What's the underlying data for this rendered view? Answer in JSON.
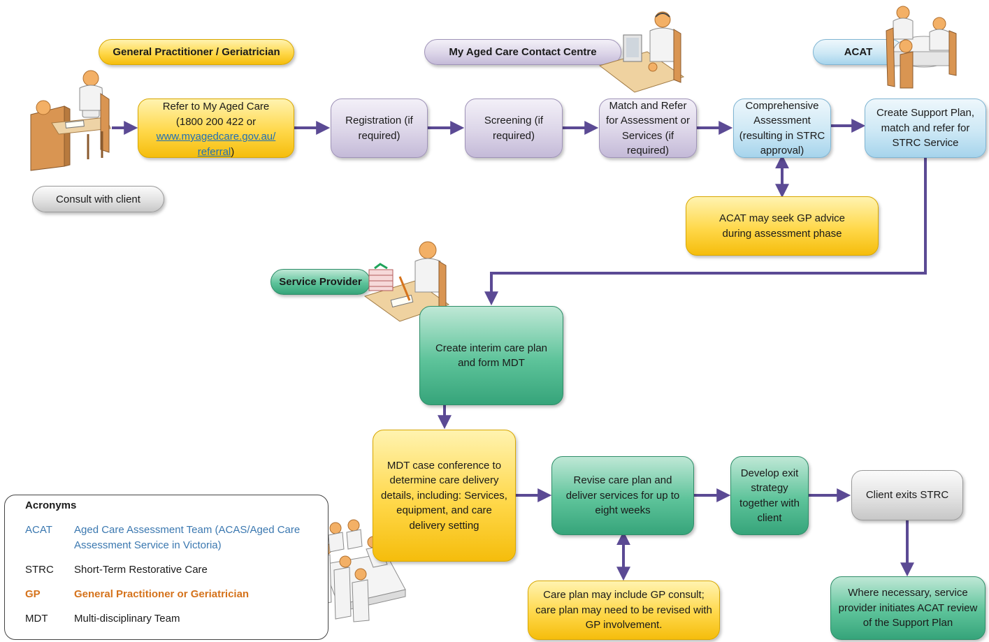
{
  "labels": {
    "gp": "General Practitioner / Geriatrician",
    "contact_centre": "My Aged Care Contact Centre",
    "acat": "ACAT",
    "service_provider": "Service Provider",
    "consult": "Consult with client"
  },
  "steps": {
    "refer_line1": "Refer to My Aged Care",
    "refer_line2": "(1800 200 422 or",
    "refer_link1": "www.myagedcare.gov.au/",
    "refer_link2": "referral",
    "refer_close": ")",
    "registration": "Registration (if required)",
    "screening": "Screening (if required)",
    "match_refer": "Match and Refer for Assessment or Services (if required)",
    "comprehensive": "Comprehensive Assessment (resulting in STRC approval)",
    "support_plan": "Create Support Plan, match and refer for STRC Service",
    "acat_gp": "ACAT may seek GP advice during assessment phase",
    "interim": "Create interim care plan and form MDT",
    "mdt_conf": "MDT case conference to determine care delivery details, including: Services, equipment, and care delivery setting",
    "revise": "Revise care plan and deliver services for up to eight weeks",
    "exit_strategy": "Develop exit strategy together with client",
    "client_exits": "Client exits STRC",
    "care_gp": "Care plan may include GP consult; care plan may need to be revised with GP involvement.",
    "acat_review": "Where necessary, service provider initiates ACAT review of the Support Plan"
  },
  "legend": {
    "title": "Acronyms",
    "items": [
      {
        "abbr": "ACAT",
        "def": "Aged Care Assessment Team (ACAS/Aged Care Assessment Service in Victoria)"
      },
      {
        "abbr": "STRC",
        "def": "Short-Term Restorative Care"
      },
      {
        "abbr": "GP",
        "def": "General Practitioner or Geriatrician"
      },
      {
        "abbr": "MDT",
        "def": "Multi-disciplinary Team"
      }
    ]
  },
  "colors": {
    "arrow": "#5b4a94",
    "yellow": "#ffd84a",
    "purple": "#dcd5e8",
    "blue": "#cde8f5",
    "green": "#5dc39a",
    "grey": "#e2e2e2",
    "acat_text": "#3b78b0",
    "gp_text": "#d5731c"
  },
  "icons": [
    "doctor-desk-icon",
    "call-centre-operator-icon",
    "meeting-table-icon",
    "service-provider-desk-icon",
    "team-meeting-icon"
  ]
}
